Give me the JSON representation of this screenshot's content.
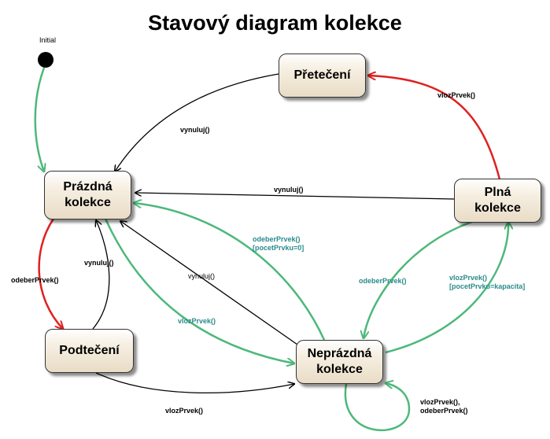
{
  "title": "Stavový diagram kolekce",
  "initial_label": "Initial",
  "states": {
    "pretečeni": "Přetečení",
    "prazdna": "Prázdná\nkolekce",
    "plna": "Plná\nkolekce",
    "podteceni": "Podtečení",
    "neprazdna": "Neprázdná\nkolekce"
  },
  "transitions": {
    "t1": "vynuluj()",
    "t2": "vlozPrvek()",
    "t3": "vynuluj()",
    "t4": "odeberPrvek()\n[pocetPrvku=0]",
    "t5": "odeberPrvek()",
    "t6": "vlozPrvek()\n[pocetPrvku=kapacita]",
    "t7": "vynuluj()",
    "t8": "odeberPrvek()",
    "t9": "vynuluj()",
    "t10": "vlozPrvek()",
    "t11": "vlozPrvek()",
    "t12": "vlozPrvek(),\nodeberPrvek()"
  },
  "colors": {
    "green": "#4db87a",
    "red": "#e02020",
    "teal_text": "#2a8a8a"
  }
}
